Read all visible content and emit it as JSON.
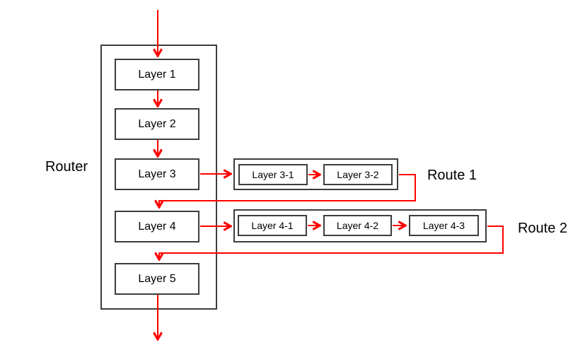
{
  "diagram": {
    "router_label": "Router",
    "layers": [
      {
        "label": "Layer 1"
      },
      {
        "label": "Layer 2"
      },
      {
        "label": "Layer 3"
      },
      {
        "label": "Layer 4"
      },
      {
        "label": "Layer 5"
      }
    ],
    "routes": [
      {
        "label": "Route 1",
        "layers": [
          {
            "label": "Layer 3-1"
          },
          {
            "label": "Layer 3-2"
          }
        ]
      },
      {
        "label": "Route 2",
        "layers": [
          {
            "label": "Layer 4-1"
          },
          {
            "label": "Layer 4-2"
          },
          {
            "label": "Layer 4-3"
          }
        ]
      }
    ]
  },
  "colors": {
    "arrow_color": "#FF0000",
    "box_border": "#3D3D3D",
    "background": "#FFFFFF",
    "text_color": "#000000"
  }
}
